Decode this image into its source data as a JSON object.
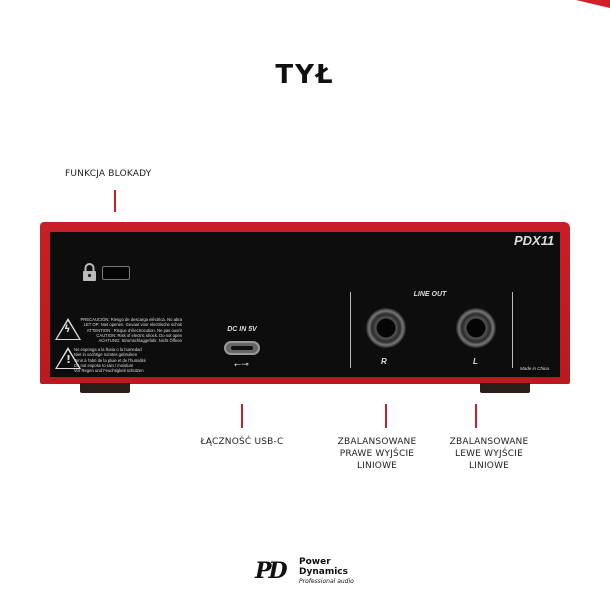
{
  "title": "TYŁ",
  "callouts": {
    "lock": "FUNKCJA BLOKADY",
    "usb": "ŁĄCZNOŚĆ USB-C",
    "right_out": [
      "ZBALANSOWANE",
      "PRAWE WYJŚCIE",
      "LINIOWE"
    ],
    "left_out": [
      "ZBALANSOWANE",
      "LEWE WYJŚCIE",
      "LINIOWE"
    ]
  },
  "device": {
    "model": "PDX11",
    "dc_label": "DC IN 5V",
    "line_out": "LINE OUT",
    "right": "R",
    "left": "L",
    "origin": "Made in China",
    "warning1": [
      "PRECAUCIÓN: Riesgo de descarga eléctrica. No abra",
      "LET OP: Niet openen. Gevaar voor electrische schok",
      "ATTENTION : Risque d'électrocution. Ne pas ouvrir",
      "CAUTION: Risk of electric shock. Do not open",
      "ACHTUNG: Stromschlaggefahr. Nicht Öffnen"
    ],
    "warning2": [
      "No exponga a la lluvia o la humedad",
      "Niet in vochtige ruimtes gebruiken",
      "Tenir à l'abri de la pluie et de l'humidité",
      "Do not expose to rain / moisture",
      "Vor Regen und Feuchtigkeit schützen"
    ]
  },
  "brand": {
    "line1": "Power",
    "line2": "Dynamics",
    "tagline": "Professional audio"
  },
  "colors": {
    "accent": "#c8202a",
    "panel": "#0d0d0d"
  }
}
